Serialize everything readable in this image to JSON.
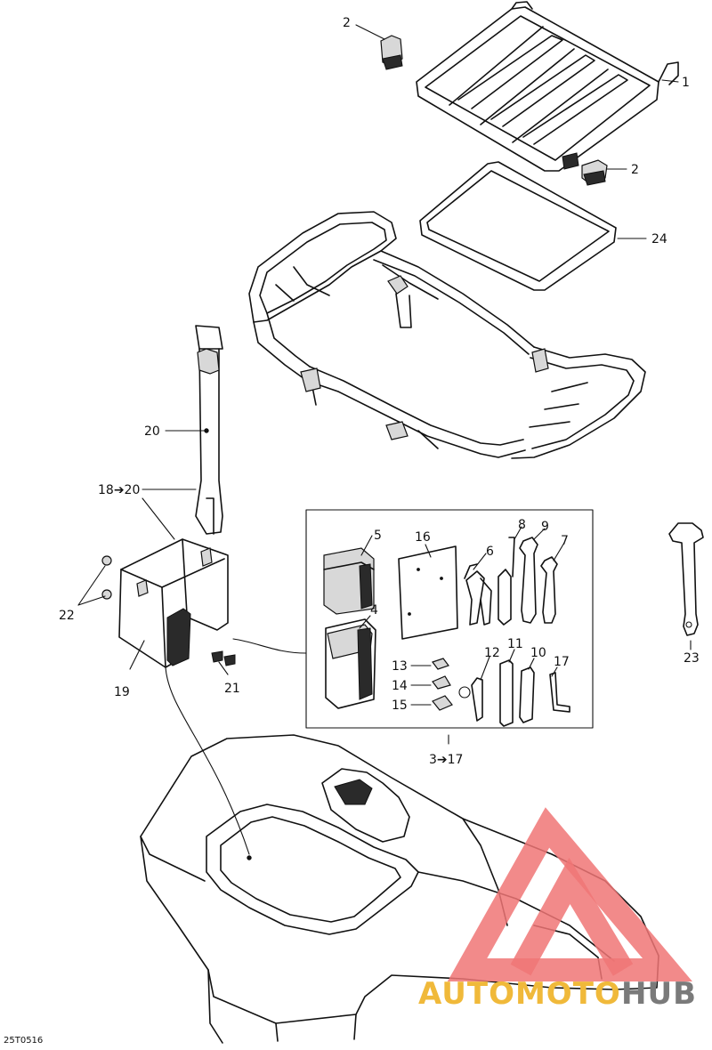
{
  "drawing": {
    "reference": "25T0516",
    "callouts": {
      "c1": "1",
      "c2a": "2",
      "c2b": "2",
      "c24": "24",
      "c20": "20",
      "c18_20": "18➔20",
      "c22": "22",
      "c19": "19",
      "c21": "21",
      "c5": "5",
      "c4": "4",
      "c16": "16",
      "c6": "6",
      "c8": "8",
      "c9": "9",
      "c7": "7",
      "c13": "13",
      "c14": "14",
      "c15": "15",
      "c12": "12",
      "c11": "11",
      "c10": "10",
      "c17": "17",
      "c3_17": "3➔17",
      "c23": "23"
    }
  },
  "watermark": {
    "text_part1": "AUTOMOTO",
    "text_part2": "HUB",
    "color_triangle": "#f07676",
    "color_part1": "#f0b93a",
    "color_part2": "#7a7a7a"
  }
}
